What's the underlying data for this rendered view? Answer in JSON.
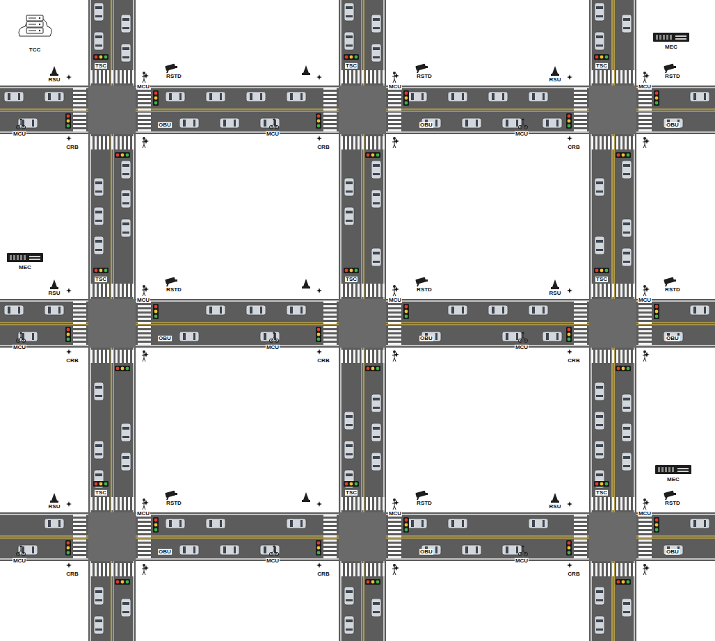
{
  "diagram": {
    "labels": [
      "TCC",
      "MEC",
      "TSC",
      "TSC",
      "TSC",
      "RSU",
      "RSTD",
      "RSTD",
      "RSU",
      "RSTD",
      "MCU",
      "MCU",
      "MCU",
      "OBU",
      "OBU",
      "OBU",
      "MCU",
      "MCU",
      "MCU",
      "CRB",
      "CRB",
      "CRB",
      "MEC",
      "TSC",
      "TSC",
      "TSC",
      "RSU",
      "RSTD",
      "RSTD",
      "RSU",
      "RSTD",
      "MCU",
      "MCU",
      "MCU",
      "OBU",
      "OBU",
      "OBU",
      "MCU",
      "MCU",
      "MCU",
      "CRB",
      "CRB",
      "CRB",
      "MEC",
      "TSC",
      "TSC",
      "TSC",
      "RSU",
      "RSTD",
      "RSTD",
      "RSU",
      "RSTD",
      "MCU",
      "MCU",
      "MCU",
      "OBU",
      "OBU",
      "OBU",
      "MCU",
      "MCU",
      "MCU",
      "CRB",
      "CRB",
      "CRB"
    ]
  }
}
